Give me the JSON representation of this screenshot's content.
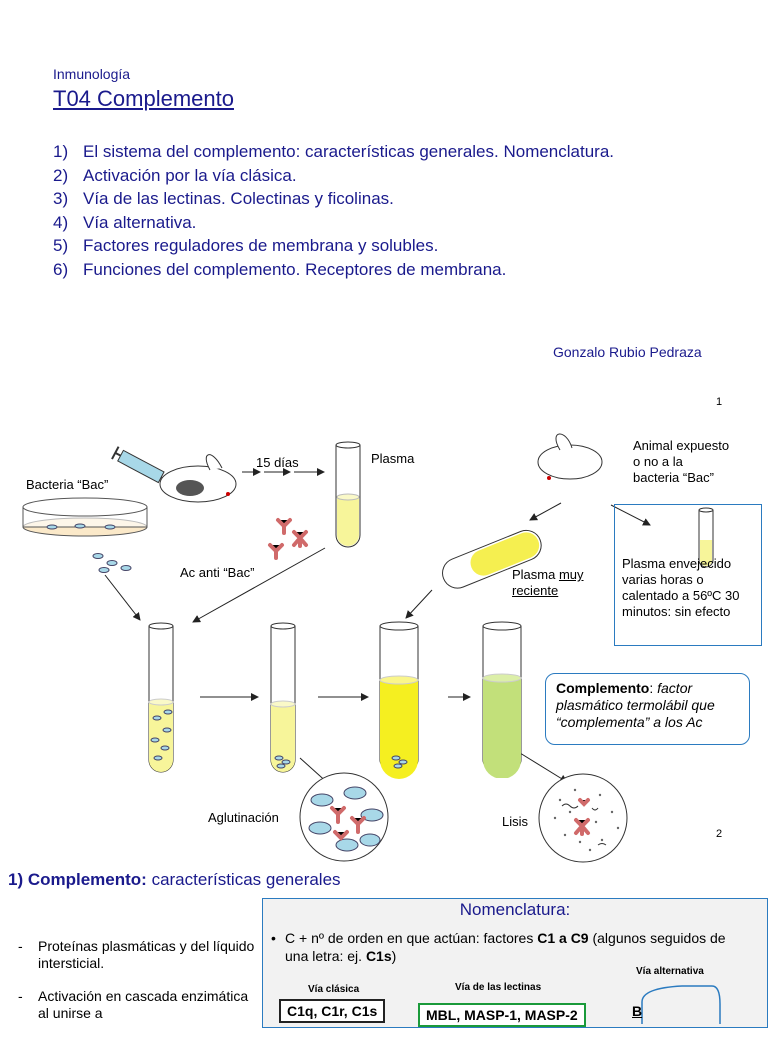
{
  "header": {
    "course": "Inmunología",
    "title": "T04 Complemento"
  },
  "topics": [
    {
      "num": "1)",
      "text": "El sistema del complemento: características generales. Nomenclatura."
    },
    {
      "num": "2)",
      "text": "Activación por la vía clásica."
    },
    {
      "num": "3)",
      "text": "Vía de las lectinas. Colectinas y ficolinas."
    },
    {
      "num": "4)",
      "text": "Vía alternativa."
    },
    {
      "num": "5)",
      "text": "Factores reguladores de membrana y solubles."
    },
    {
      "num": "6)",
      "text": "Funciones del complemento. Receptores de membrana."
    }
  ],
  "author": "Gonzalo Rubio Pedraza",
  "page_numbers": {
    "first": "1",
    "second": "2"
  },
  "diagram": {
    "bacteria": "Bacteria “Bac”",
    "days": "15 días",
    "plasma": "Plasma",
    "antibody": "Ac anti “Bac”",
    "animal_line1": "Animal expuesto",
    "animal_line2": "o no a la",
    "animal_line3": "bacteria “Bac”",
    "plasma_recent_prefix": "Plasma ",
    "plasma_recent_underlined1": "muy",
    "plasma_recent_underlined2": "reciente",
    "old_plasma": "Plasma envejecido varias horas o calentado a 56ºC 30 minutos: sin efecto",
    "complement_term": "Complemento",
    "complement_colon": ": ",
    "complement_def": "factor plasmático termolábil que “complementa” a los Ac",
    "agglutination": "Aglutinación",
    "lysis": "Lisis"
  },
  "section": {
    "number_title": "1) Complemento:",
    "subtitle": " características generales"
  },
  "bullets": [
    "Proteínas plasmáticas y del líquido intersticial.",
    "Activación en cascada enzimática al unirse a"
  ],
  "nomenclature": {
    "title": "Nomenclatura:",
    "line_pre": "C + nº de orden en que actúan:  factores ",
    "line_bold1": "C1 a C9",
    "line_mid": " (algunos seguidos de una letra: ej. ",
    "line_bold2": "C1s",
    "line_post": ")",
    "classic_label": "Vía clásica",
    "lectin_label": "Vía de las lectinas",
    "alt_label": "Vía alternativa",
    "classic_factors": "C1q, C1r, C1s",
    "lectin_factors": "MBL, MASP-1, MASP-2",
    "alt_factor": "B"
  },
  "colors": {
    "heading_navy": "#1a1a8c",
    "box_blue": "#2b7bc0",
    "plasma_yellow": "#f7f59a",
    "lysis_green": "#c2e07a",
    "bacteria_blue": "#a8d8e8",
    "antibody_pink": "#e07a7a"
  }
}
